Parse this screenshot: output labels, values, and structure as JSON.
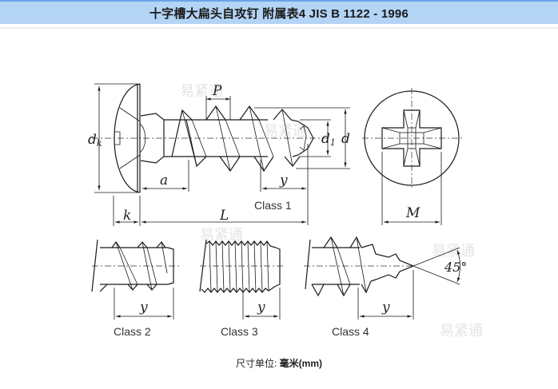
{
  "header": {
    "title": "十字槽大扁头自攻钉 附属表4 JIS B 1122 - 1996"
  },
  "drawing": {
    "dimension_labels": {
      "dk": "d",
      "dk_sub": "k",
      "P": "P",
      "d1": "d",
      "d1_sub": "1",
      "d": "d",
      "a": "a",
      "y": "y",
      "k": "k",
      "L": "L",
      "M": "M",
      "angle": "45°"
    },
    "views": [
      {
        "name": "Class 1"
      },
      {
        "name": "Class 2"
      },
      {
        "name": "Class 3"
      },
      {
        "name": "Class 4"
      }
    ],
    "watermark": "易紧通"
  },
  "footer": {
    "label": "尺寸单位:",
    "unit": "毫米(mm)"
  }
}
